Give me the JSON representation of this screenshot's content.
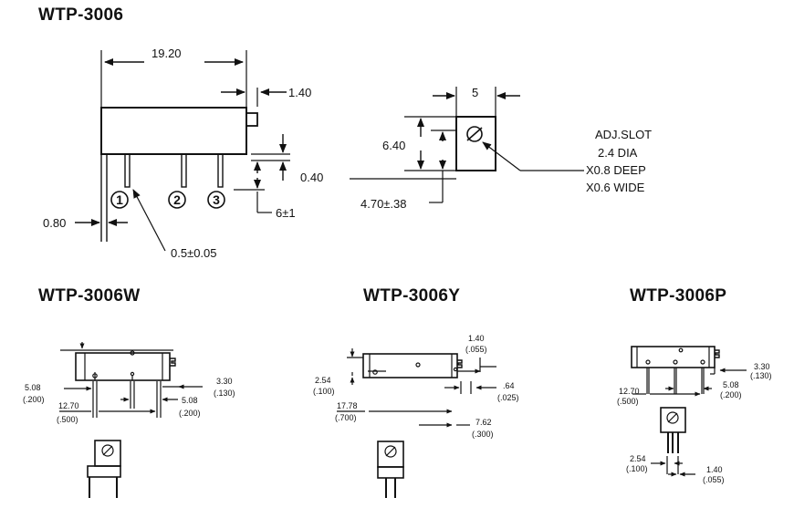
{
  "titles": {
    "main": "WTP-3006",
    "w": "WTP-3006W",
    "y": "WTP-3006Y",
    "p": "WTP-3006P"
  },
  "main_dims": {
    "width": "19.20",
    "knob_offset": "1.40",
    "standoff": "0.40",
    "lead_len": "6±1",
    "lead_thickness": "0.80",
    "lead_width": "0.5±0.05",
    "pins": [
      "1",
      "2",
      "3"
    ]
  },
  "side_dims": {
    "width": "5",
    "height": "6.40",
    "pin_offset": "4.70±.38",
    "adj_slot": [
      "ADJ.SLOT",
      "2.4 DIA",
      "X0.8 DEEP",
      "X0.6 WIDE"
    ]
  },
  "w_dims": {
    "a": [
      "5.08",
      "(.200)"
    ],
    "b": [
      "3.30",
      "(.130)"
    ],
    "c": [
      "12.70",
      "(.500)"
    ],
    "d": [
      "5.08",
      "(.200)"
    ]
  },
  "y_dims": {
    "a": [
      "1.40",
      "(.055)"
    ],
    "b": [
      "2.54",
      "(.100)"
    ],
    "c": [
      ".64",
      "(.025)"
    ],
    "d": [
      "17.78",
      "(.700)"
    ],
    "e": [
      "7.62",
      "(.300)"
    ]
  },
  "p_dims": {
    "a": [
      "3.30",
      "(.130)"
    ],
    "b": [
      "12.70",
      "(.500)"
    ],
    "c": [
      "5.08",
      "(.200)"
    ],
    "d": [
      "2.54",
      "(.100)"
    ],
    "e": [
      "1.40",
      "(.055)"
    ]
  }
}
